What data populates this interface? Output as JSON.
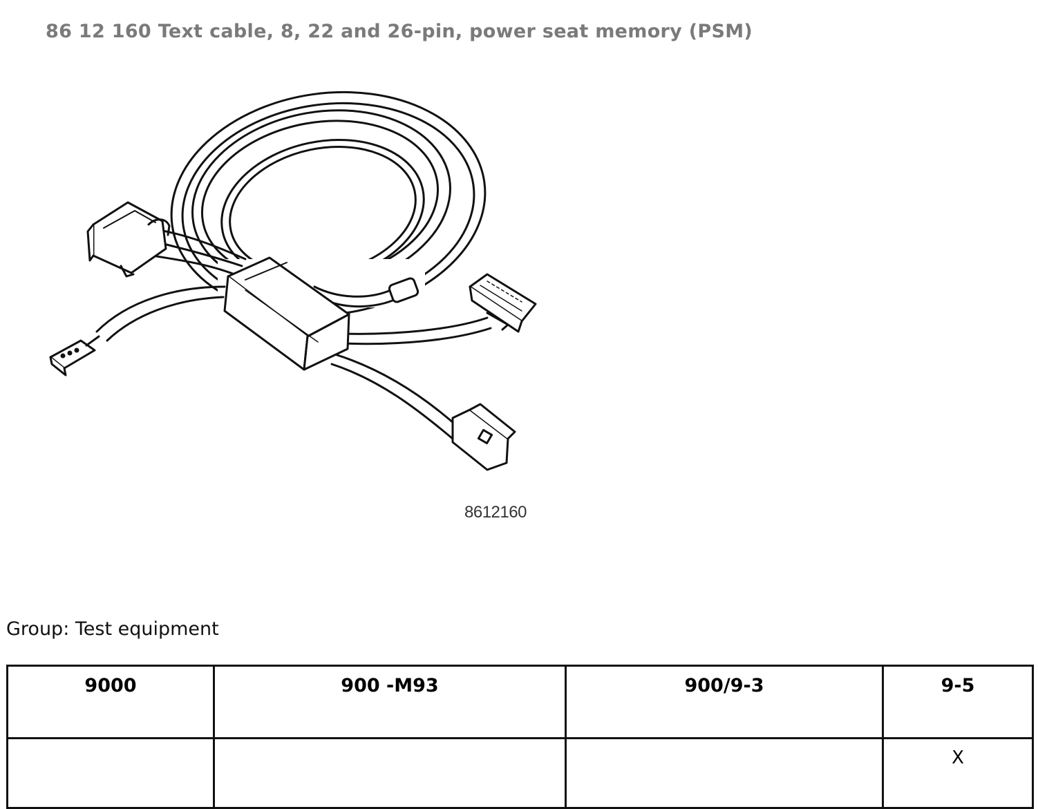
{
  "title": "86 12 160 Text cable, 8, 22 and 26-pin, power seat memory (PSM)",
  "figure": {
    "icon": "cable-harness-illustration",
    "code": "8612160"
  },
  "group_label": "Group: Test equipment",
  "table": {
    "headers": [
      "9000",
      "900 -M93",
      "900/9-3",
      "9-5"
    ],
    "row": [
      "",
      "",
      "",
      "X"
    ]
  }
}
